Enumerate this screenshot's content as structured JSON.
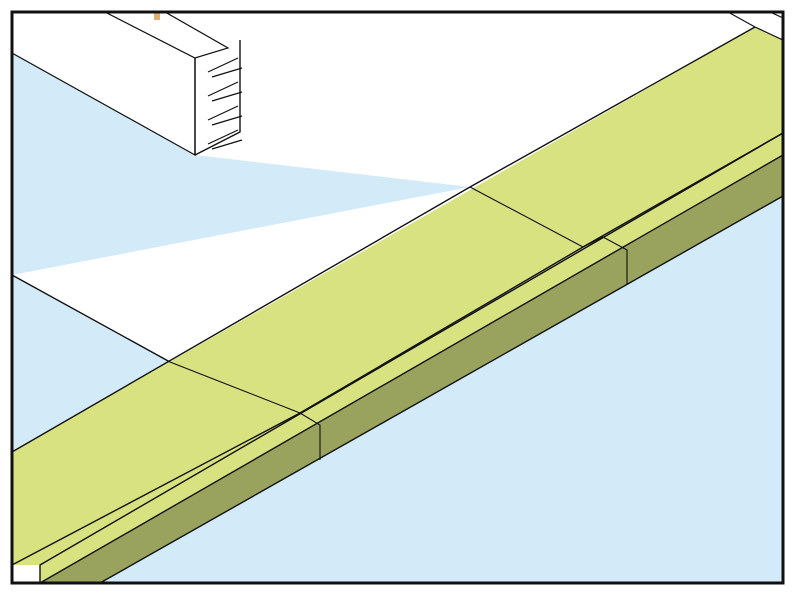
{
  "diagram": {
    "kind": "isometric construction detail",
    "components": [
      "precast-beam-end-with-dowel-bars",
      "ground-slab",
      "edge-beam-top",
      "edge-beam-side-face",
      "beam-joints"
    ]
  },
  "colors": {
    "background": "#ffffff",
    "frame": "#111111",
    "ground": "#d3eaf8",
    "beam_top": "#d8e281",
    "beam_side": "#9aa35e",
    "accent": "#e0b070"
  }
}
